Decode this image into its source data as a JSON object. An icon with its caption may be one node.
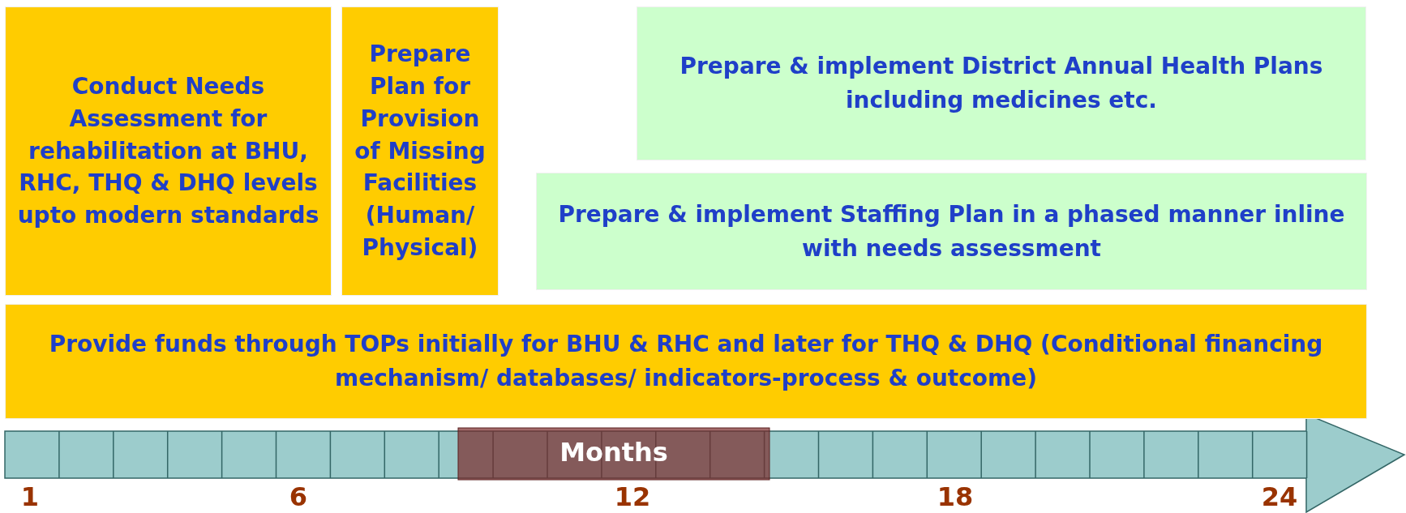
{
  "diagram": {
    "nodes": [
      {
        "text": [
          "Conduct Needs Assessment for rehabilitation at BHU, RHC, THQ & DHQ levels upto modern standards"
        ]
      },
      {
        "text": [
          "Prepare Plan for Provision of Missing Facilities (Human/ Physical)"
        ]
      },
      {
        "text": [
          "Prepare  & implement District Annual Health Plans including medicines etc."
        ]
      },
      {
        "text": [
          "Prepare & implement Staffing Plan in a phased manner inline with needs assessment"
        ]
      },
      {
        "text": [
          "Provide funds through TOPs initially for BHU & RHC and later for THQ & DHQ (Conditional financing mechanism/ databases/ indicators-process & outcome)"
        ]
      }
    ],
    "labels": [
      "Months",
      "1",
      "6",
      "12",
      "18",
      "24"
    ]
  }
}
